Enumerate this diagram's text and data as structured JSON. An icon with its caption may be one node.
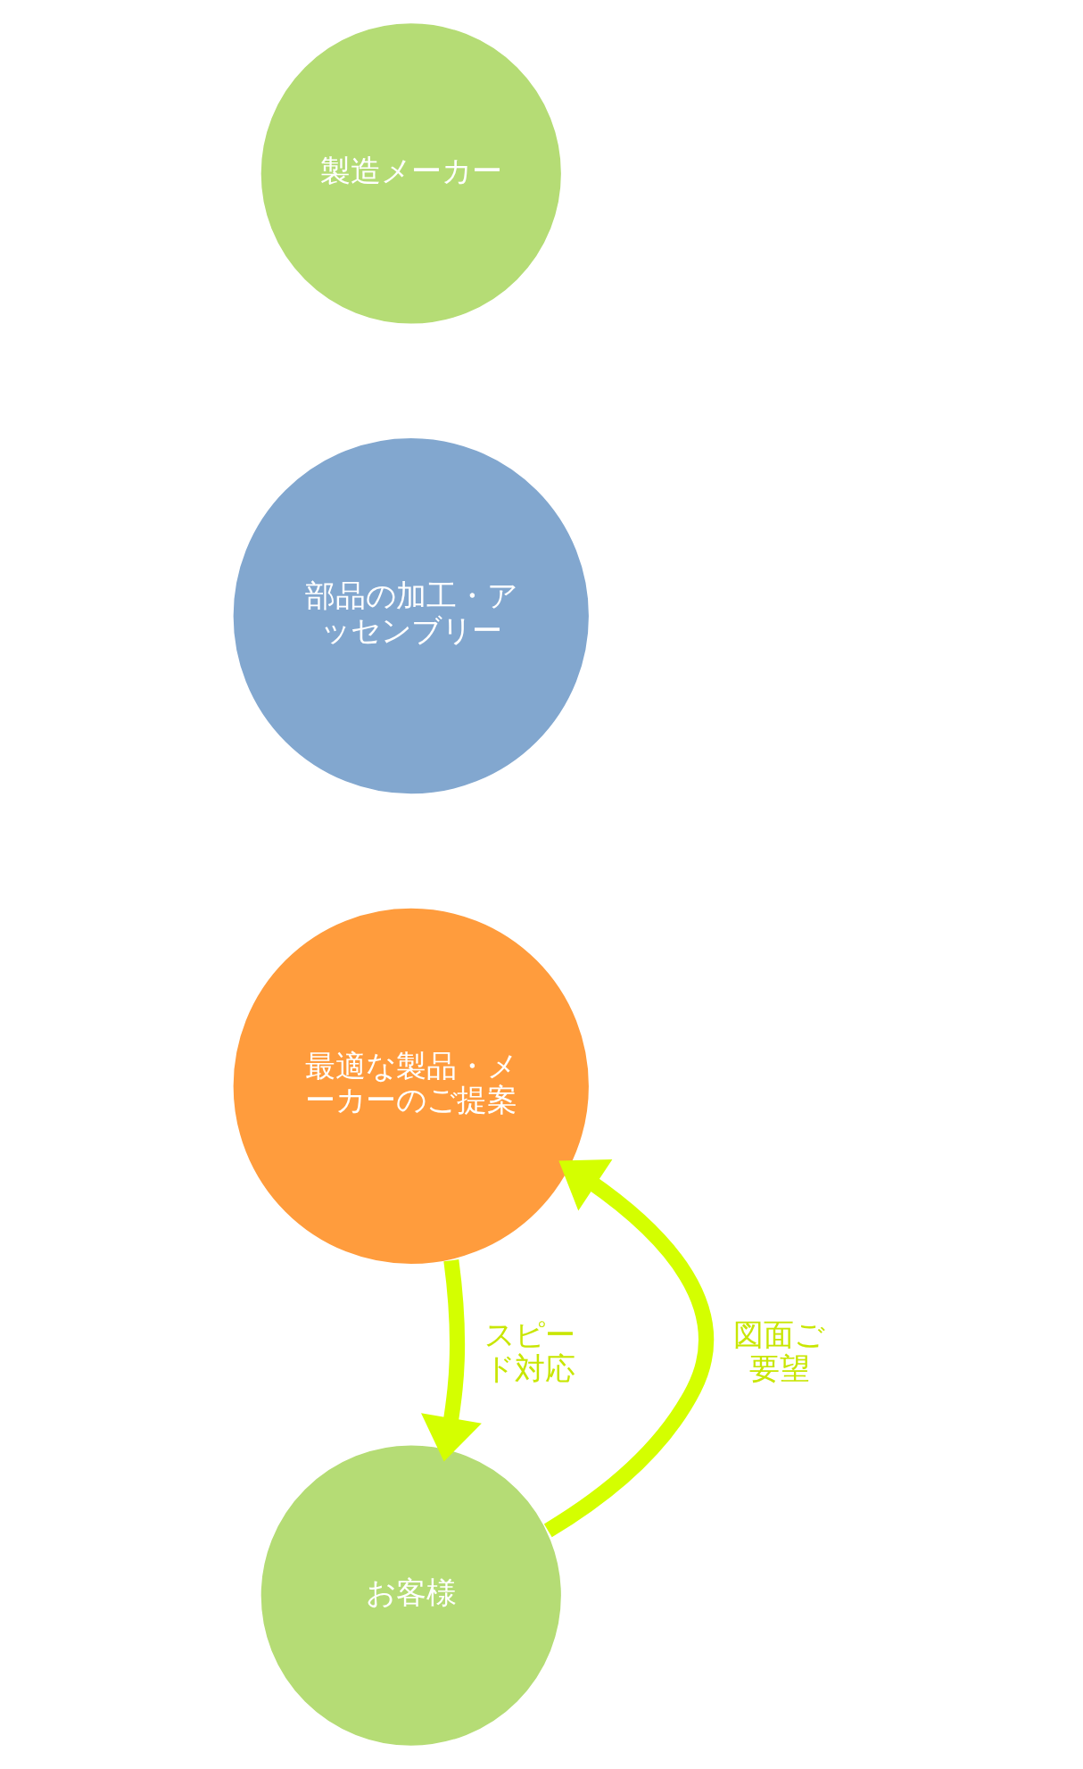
{
  "diagram": {
    "nodes": [
      {
        "text": [
          "製造メーカー"
        ]
      },
      {
        "text": [
          "部品の加工・アッセンブリー"
        ]
      },
      {
        "text": [
          "最適な製品・メーカーのご提案"
        ]
      },
      {
        "text": [
          "お客様"
        ]
      }
    ],
    "edges": [
      {
        "from": 3,
        "to": 2,
        "arrow": "to",
        "label": "図面ご要望"
      },
      {
        "from": 2,
        "to": 3,
        "arrow": "to",
        "label": "スピード対応"
      }
    ]
  }
}
